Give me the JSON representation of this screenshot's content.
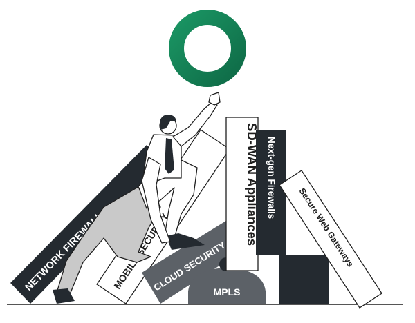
{
  "illustration": {
    "blocks": {
      "network_firewall": "NETWORK FIREWALL",
      "mobile_security": "MOBILE SECURITY",
      "cloud_security": "CLOUD SECURITY",
      "mpls": "MPLS",
      "sdwan": "SD-WAN Appliances",
      "nextgen": "Next-gen Firewalls",
      "swg": "Secure Web Gateways"
    },
    "colors": {
      "ring": "#17855a",
      "ring_dark": "#0f6b47",
      "dark_block": "#242a30",
      "gray_block": "#5c6167",
      "pants": "#c9c9c9",
      "outline": "#1f1f1f",
      "white": "#ffffff"
    }
  }
}
